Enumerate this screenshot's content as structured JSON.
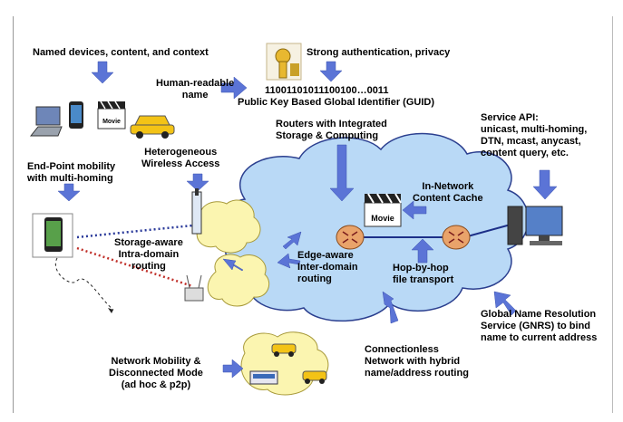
{
  "labels": {
    "named_devices": "Named devices, content, and context",
    "strong_auth": "Strong authentication, privacy",
    "human_readable": [
      "Human-readable",
      "name"
    ],
    "guid_bits": "11001101011100100…0011",
    "guid_label": "Public Key Based Global Identifier (GUID)",
    "routers": [
      "Routers with Integrated",
      "Storage & Computing"
    ],
    "service_api": [
      "Service API:",
      "unicast, multi-homing,",
      "DTN, mcast, anycast,",
      "content query, etc."
    ],
    "hetero": [
      "Heterogeneous",
      "Wireless Access"
    ],
    "endpoint": [
      "End-Point mobility",
      "with multi-homing"
    ],
    "in_network": [
      "In-Network",
      "Content Cache"
    ],
    "storage_aware": [
      "Storage-aware",
      "Intra-domain",
      "routing"
    ],
    "edge_aware": [
      "Edge-aware",
      "Inter-domain",
      "routing"
    ],
    "hop": [
      "Hop-by-hop",
      "file transport"
    ],
    "gnrs": [
      "Global Name Resolution",
      "Service (GNRS) to bind",
      "name to current address"
    ],
    "network_mobility": [
      "Network Mobility &",
      "Disconnected Mode",
      "(ad hoc & p2p)"
    ],
    "connectionless": [
      "Connectionless",
      "Network with hybrid",
      "name/address routing"
    ],
    "movie": "Movie"
  },
  "colors": {
    "arrow": "#5b74d6",
    "cloud_fill": "#b9d9f6",
    "cloud_stroke": "#2b3f8f",
    "small_cloud": "#fbf5b0",
    "router": "#e9a36a",
    "link": "#1c2f88",
    "dotted_blue": "#2a3a9a",
    "dotted_red": "#c0302a"
  },
  "icons": [
    "laptop-icon",
    "phone-icon",
    "clapperboard-icon",
    "taxi-icon",
    "key-lock-icon",
    "router-icon",
    "desktop-computer-icon",
    "access-point-icon",
    "bus-icon"
  ]
}
